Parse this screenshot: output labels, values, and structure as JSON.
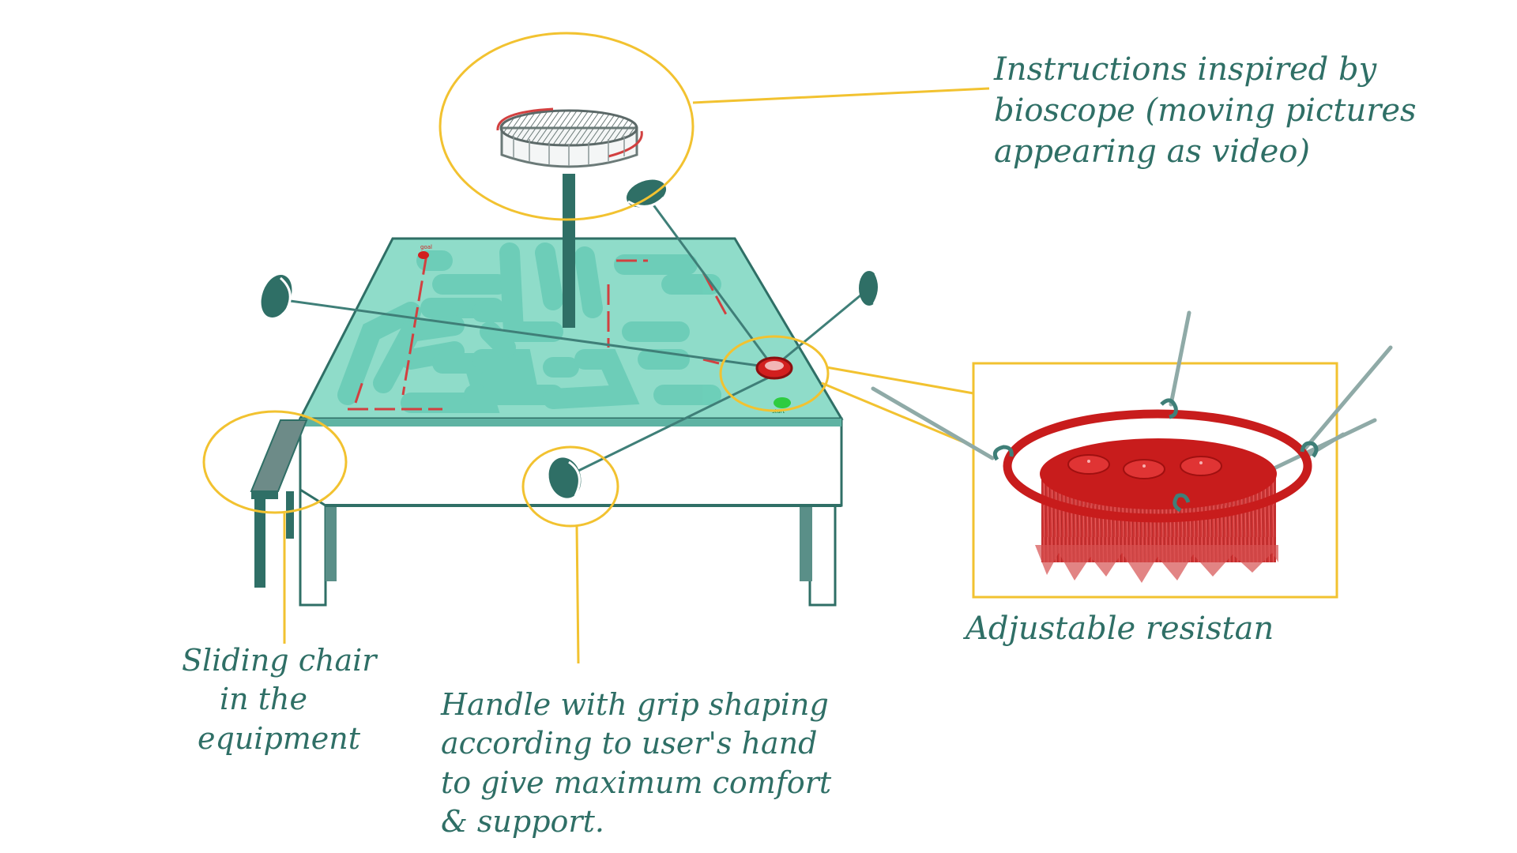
{
  "annotations": {
    "instructions": {
      "lines": [
        "Instructions inspired by",
        "bioscope (moving pictures",
        "appearing as video)"
      ]
    },
    "chair": {
      "lines": [
        "Sliding chair",
        "in the",
        "equipment"
      ]
    },
    "handle": {
      "lines": [
        "Handle with grip shaping",
        "according to user's hand",
        "to give maximum comfort",
        "& support."
      ]
    },
    "resistance": {
      "text": "Adjustable resistan"
    }
  },
  "board_labels": {
    "start": "goal",
    "end": "start"
  },
  "colors": {
    "ink": "#2f6f66",
    "callout": "#f2c230",
    "board": "#8fdcc9",
    "path": "#6ccdb8",
    "resistance_red": "#d21f1f",
    "start_dot": "#2ecc40"
  },
  "icons": [
    "bioscope-drum-icon",
    "handle-grip-icon",
    "sliding-chair-icon",
    "resistance-ring-icon"
  ]
}
